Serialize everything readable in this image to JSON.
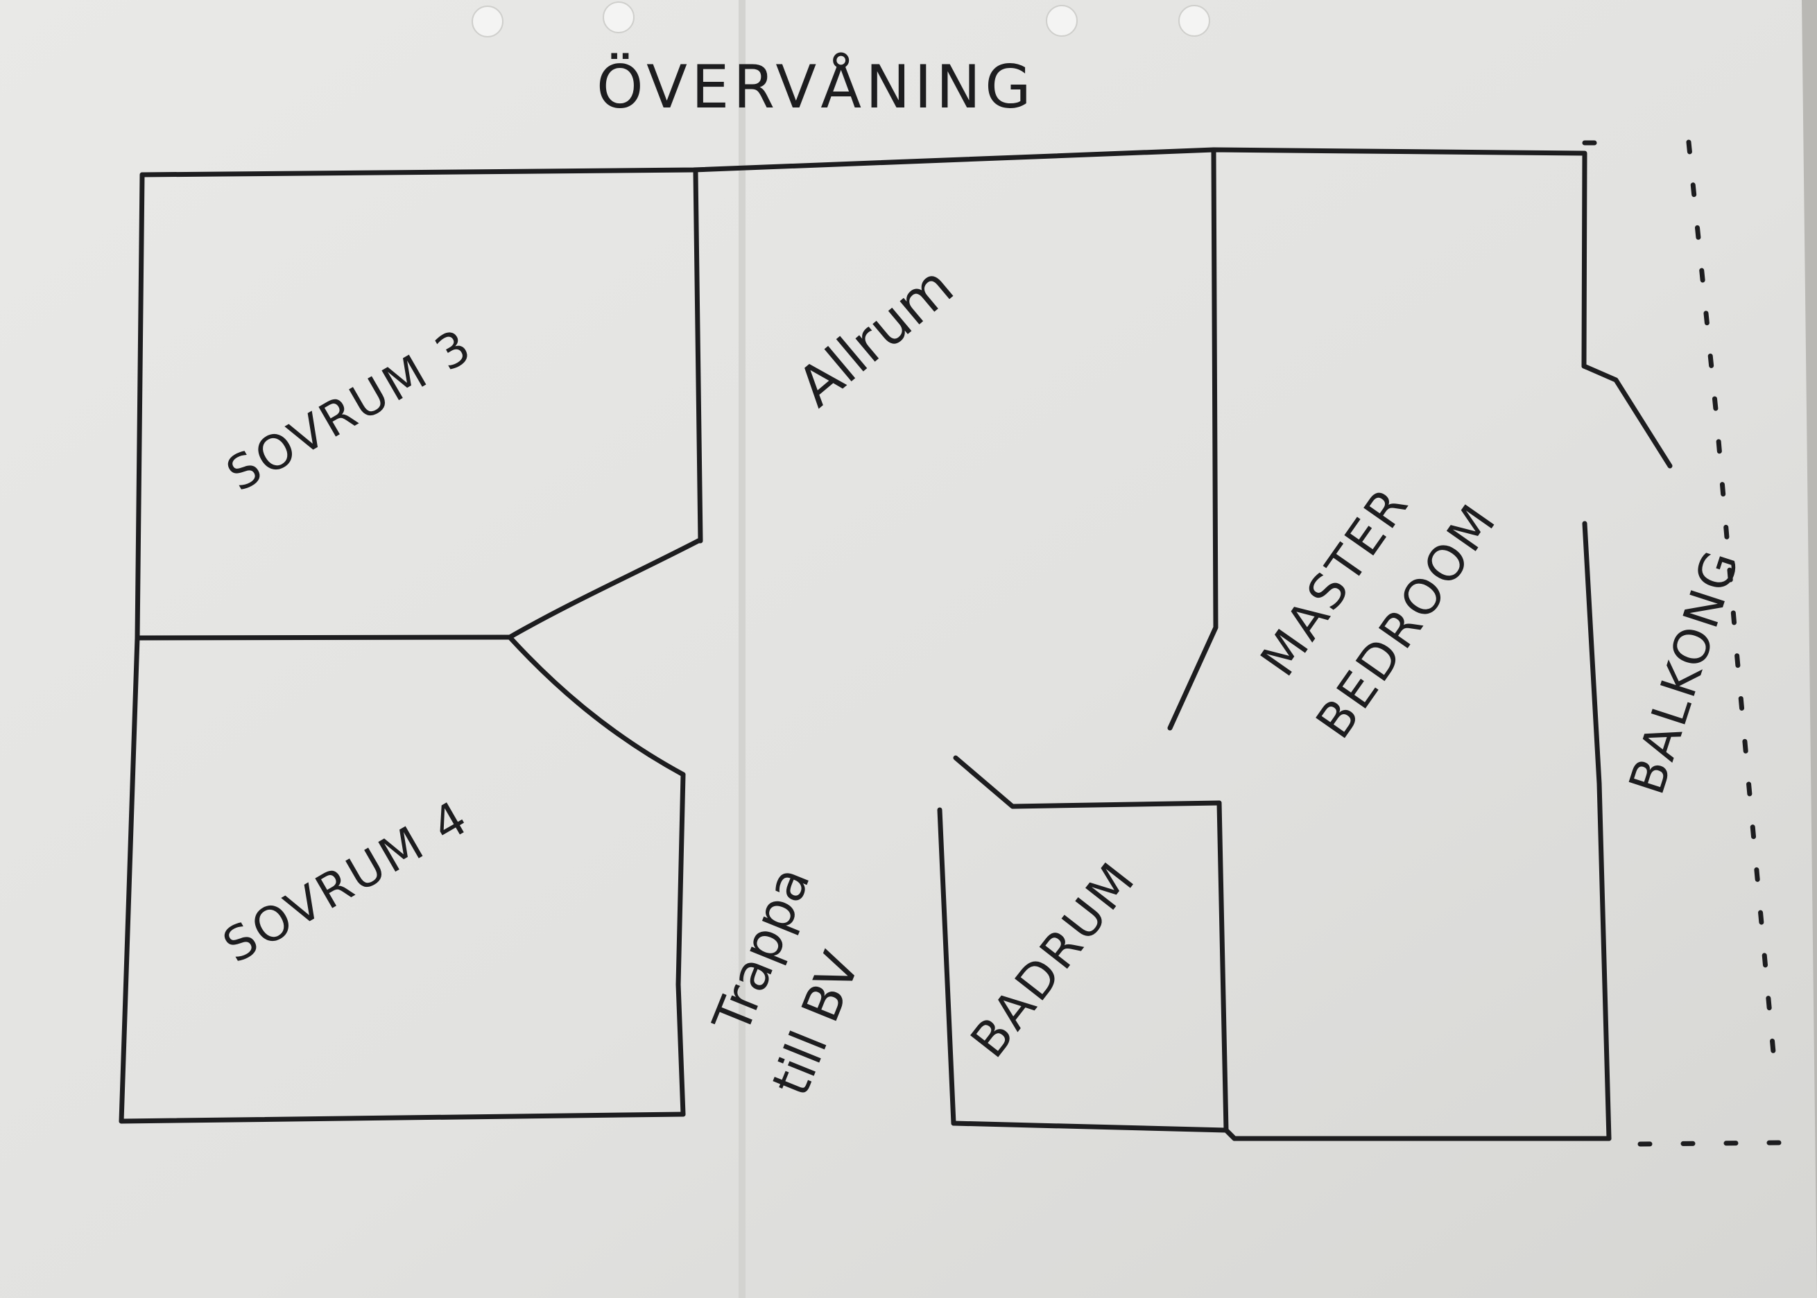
{
  "diagram": {
    "title": "ÖVERVÅNING",
    "rooms": {
      "sovrum3": "SOVRUM 3",
      "sovrum4": "SOVRUM 4",
      "allrum": "Allrum",
      "master_line1": "MASTER",
      "master_line2": "BEDROOM",
      "badrum": "BADRUM",
      "trappa_line1": "Trappa",
      "trappa_line2": "till BV",
      "balkong": "BALKONG"
    }
  },
  "colors": {
    "ink": "#1d1d1f",
    "paper": "#e4e4e2",
    "background": "#b9b8b4"
  }
}
